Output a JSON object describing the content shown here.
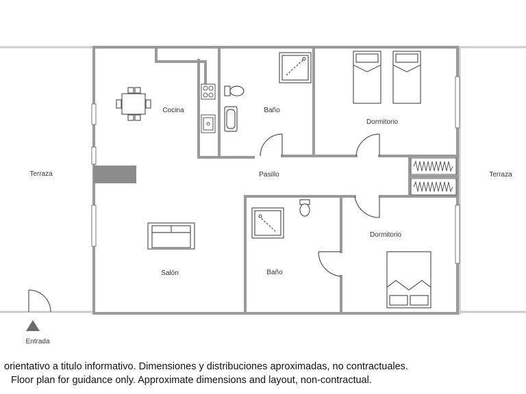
{
  "plan": {
    "rooms": {
      "kitchen": "Cocina",
      "bath_top": "Baño",
      "bedroom_top": "Dormitorio",
      "hallway": "Pasillo",
      "terrace_left": "Terraza",
      "terrace_right": "Terraza",
      "bedroom_bottom": "Dormitorio",
      "bath_bottom": "Baño",
      "living_room": "Salón",
      "entrance": "Entrada"
    }
  },
  "disclaimer": {
    "spanish": "orientativo a titulo informativo. Dimensiones y distribuciones aproximadas, no contractuales.",
    "english": "Floor plan for guidance only. Approximate dimensions and layout, non-contractual."
  },
  "colors": {
    "wall": "#9a9a9a",
    "outer_line": "#cccccc",
    "fixture": "#555555",
    "column": "#8c8c8c"
  }
}
